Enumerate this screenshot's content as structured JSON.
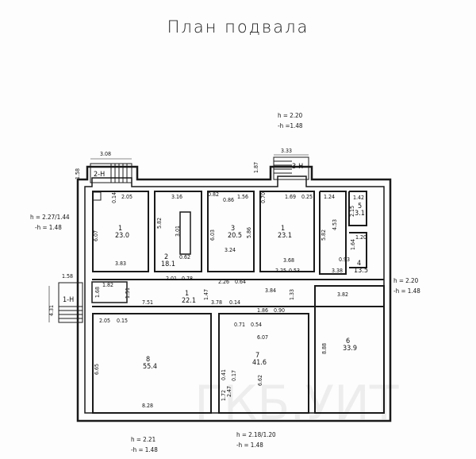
{
  "title": "План подвала",
  "heights": [
    {
      "h": "h = 2.20",
      "m": "-h =1.48"
    },
    {
      "h": "h = 2.27/1.44",
      "m": "-h = 1.48"
    },
    {
      "h": "h = 2.20",
      "m": "-h = 1.48"
    },
    {
      "h": "h = 2.21",
      "m": "-h = 1.48"
    },
    {
      "h": "h = 2.18/1.20",
      "m": "-h = 1.48"
    }
  ],
  "stairs": [
    "2-Н",
    "3-Н",
    "1-Н"
  ],
  "rooms": [
    {
      "no": "1",
      "area": "23.0"
    },
    {
      "no": "2",
      "area": "18.1"
    },
    {
      "no": "3",
      "area": "20.5"
    },
    {
      "no": "1",
      "area": "23.1"
    },
    {
      "no": "5",
      "area": "3.1"
    },
    {
      "no": "4",
      "area": "13.5"
    },
    {
      "no": "1",
      "area": "22.1"
    },
    {
      "no": "8",
      "area": "55.4"
    },
    {
      "no": "7",
      "area": "41.6"
    },
    {
      "no": "6",
      "area": "33.9"
    }
  ],
  "dims": [
    "3.08",
    "1.58",
    "2.05",
    "0.14",
    "6.07",
    "3.83",
    "3.16",
    "5.82",
    "3.01",
    "0.62",
    "2.01",
    "0.78",
    "0.82",
    "0.86",
    "1.56",
    "6.03",
    "5.86",
    "3.24",
    "2.26",
    "0.64",
    "0.70",
    "1.69",
    "0.25",
    "3.68",
    "2.25",
    "0.53",
    "1.24",
    "1.42",
    "2.15",
    "5.82",
    "4.53",
    "1.64",
    "1.20",
    "0.93",
    "3.38",
    "1.58",
    "1.68",
    "1.82",
    "1.51",
    "7.51",
    "1.47",
    "3.78",
    "0.14",
    "3.84",
    "1.33",
    "3.82",
    "4.31",
    "2.05",
    "0.15",
    "6.65",
    "8.28",
    "0.71",
    "0.54",
    "1.86",
    "0.90",
    "6.07",
    "6.62",
    "1.72",
    "0.41",
    "2.47",
    "0.17",
    "8.88",
    "3.33",
    "1.87"
  ]
}
